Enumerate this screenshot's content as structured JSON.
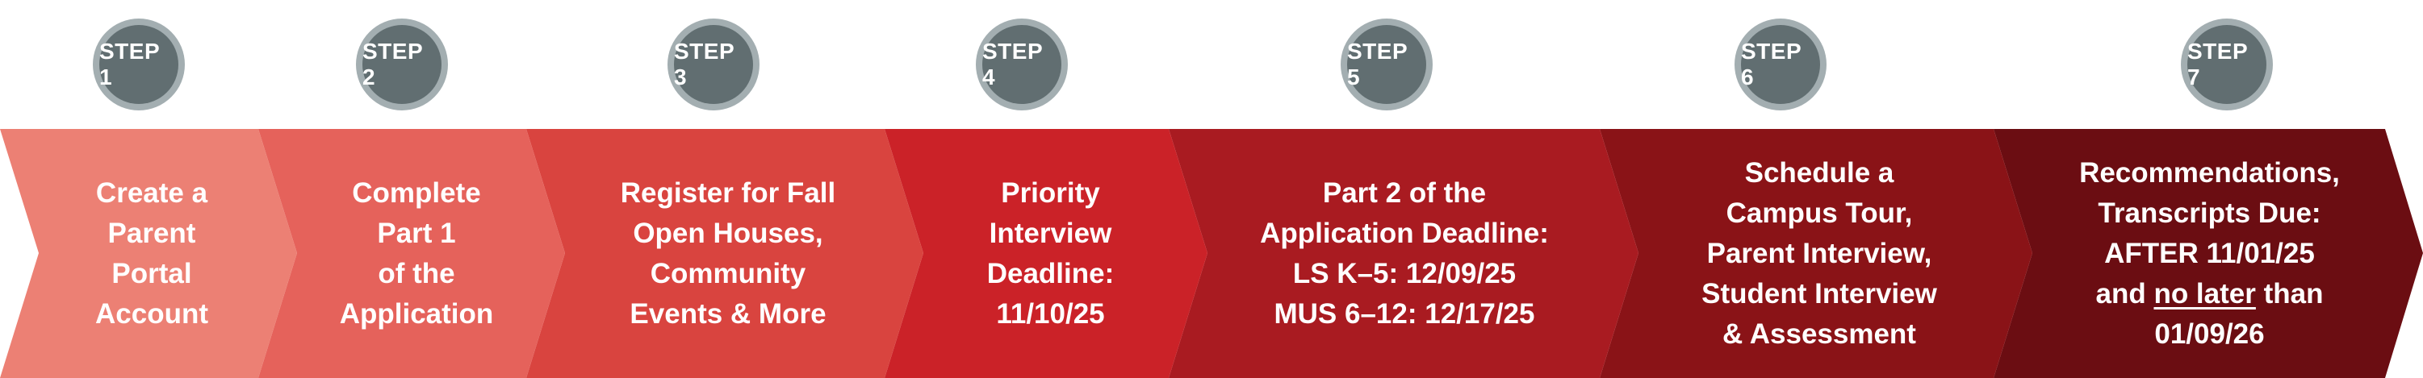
{
  "steps": [
    {
      "badge": "STEP 1",
      "lines": [
        {
          "t": "Create a"
        },
        {
          "t": "Parent"
        },
        {
          "t": "Portal"
        },
        {
          "t": "Account"
        }
      ],
      "color": "#ec8074"
    },
    {
      "badge": "STEP 2",
      "lines": [
        {
          "t": "Complete"
        },
        {
          "t": "Part 1"
        },
        {
          "t": "of the"
        },
        {
          "t": "Application"
        }
      ],
      "color": "#e5625b"
    },
    {
      "badge": "STEP 3",
      "lines": [
        {
          "t": "Register for Fall"
        },
        {
          "t": "Open Houses,"
        },
        {
          "t": "Community"
        },
        {
          "t": "Events & More"
        }
      ],
      "color": "#d9443f"
    },
    {
      "badge": "STEP 4",
      "lines": [
        {
          "t": "Priority"
        },
        {
          "t": "Interview"
        },
        {
          "t": "Deadline:"
        },
        {
          "t": "11/10/25"
        }
      ],
      "color": "#cb2228"
    },
    {
      "badge": "STEP 5",
      "lines": [
        {
          "t": "Part 2 of the"
        },
        {
          "t": "Application Deadline:"
        },
        {
          "t": "LS K–5: 12/09/25"
        },
        {
          "t": "MUS 6–12: 12/17/25"
        }
      ],
      "color": "#a91b21"
    },
    {
      "badge": "STEP 6",
      "lines": [
        {
          "t": "Schedule a"
        },
        {
          "t": "Campus Tour,"
        },
        {
          "t": "Parent Interview,"
        },
        {
          "t": "Student Interview"
        },
        {
          "t": "& Assessment"
        }
      ],
      "color": "#8a1317"
    },
    {
      "badge": "STEP 7",
      "lines": [
        {
          "t": "Recommendations,"
        },
        {
          "t": "Transcripts Due:"
        },
        {
          "t": "AFTER 11/01/25"
        },
        {
          "t": "and ",
          "u": "no later",
          "t2": " than"
        },
        {
          "t": "01/09/26"
        }
      ],
      "color": "#6b0d12"
    }
  ],
  "badge_colors": {
    "fill": "#616e71",
    "ring": "#a3aeb1"
  }
}
